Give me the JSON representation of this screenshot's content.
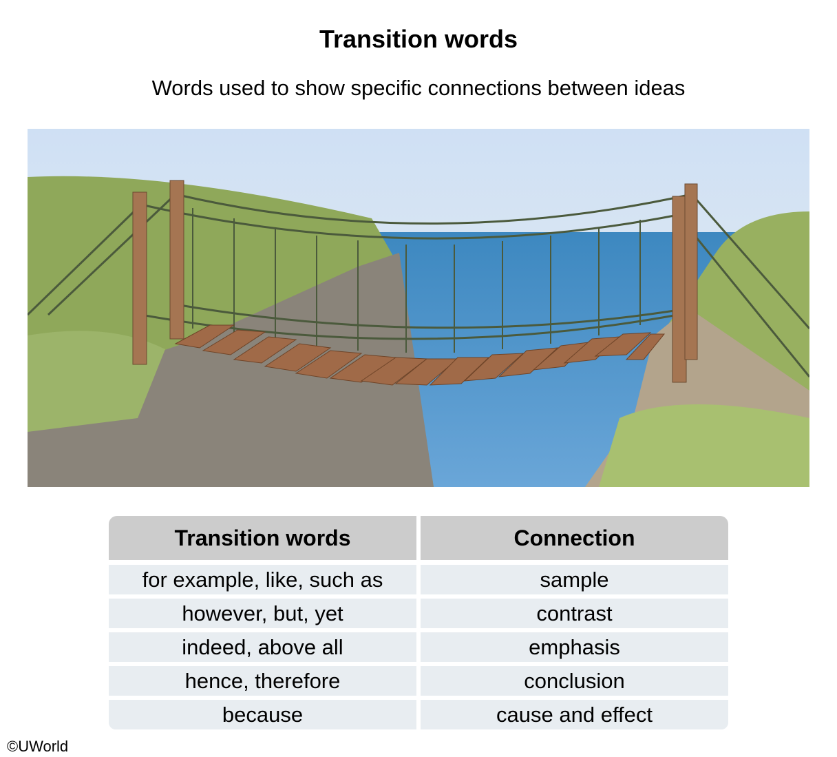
{
  "title": "Transition words",
  "subtitle": "Words used to show specific connections between ideas",
  "table": {
    "headers": [
      "Transition words",
      "Connection"
    ],
    "rows": [
      [
        "for example, like, such as",
        "sample"
      ],
      [
        "however, but, yet",
        "contrast"
      ],
      [
        "indeed, above all",
        "emphasis"
      ],
      [
        "hence, therefore",
        "conclusion"
      ],
      [
        "because",
        "cause and effect"
      ]
    ]
  },
  "copyright": "©UWorld",
  "colors": {
    "header_bg": "#cccccc",
    "row_bg": "#e8edf1",
    "sea": "#4a8fc4",
    "sky": "#cfe1f2"
  }
}
